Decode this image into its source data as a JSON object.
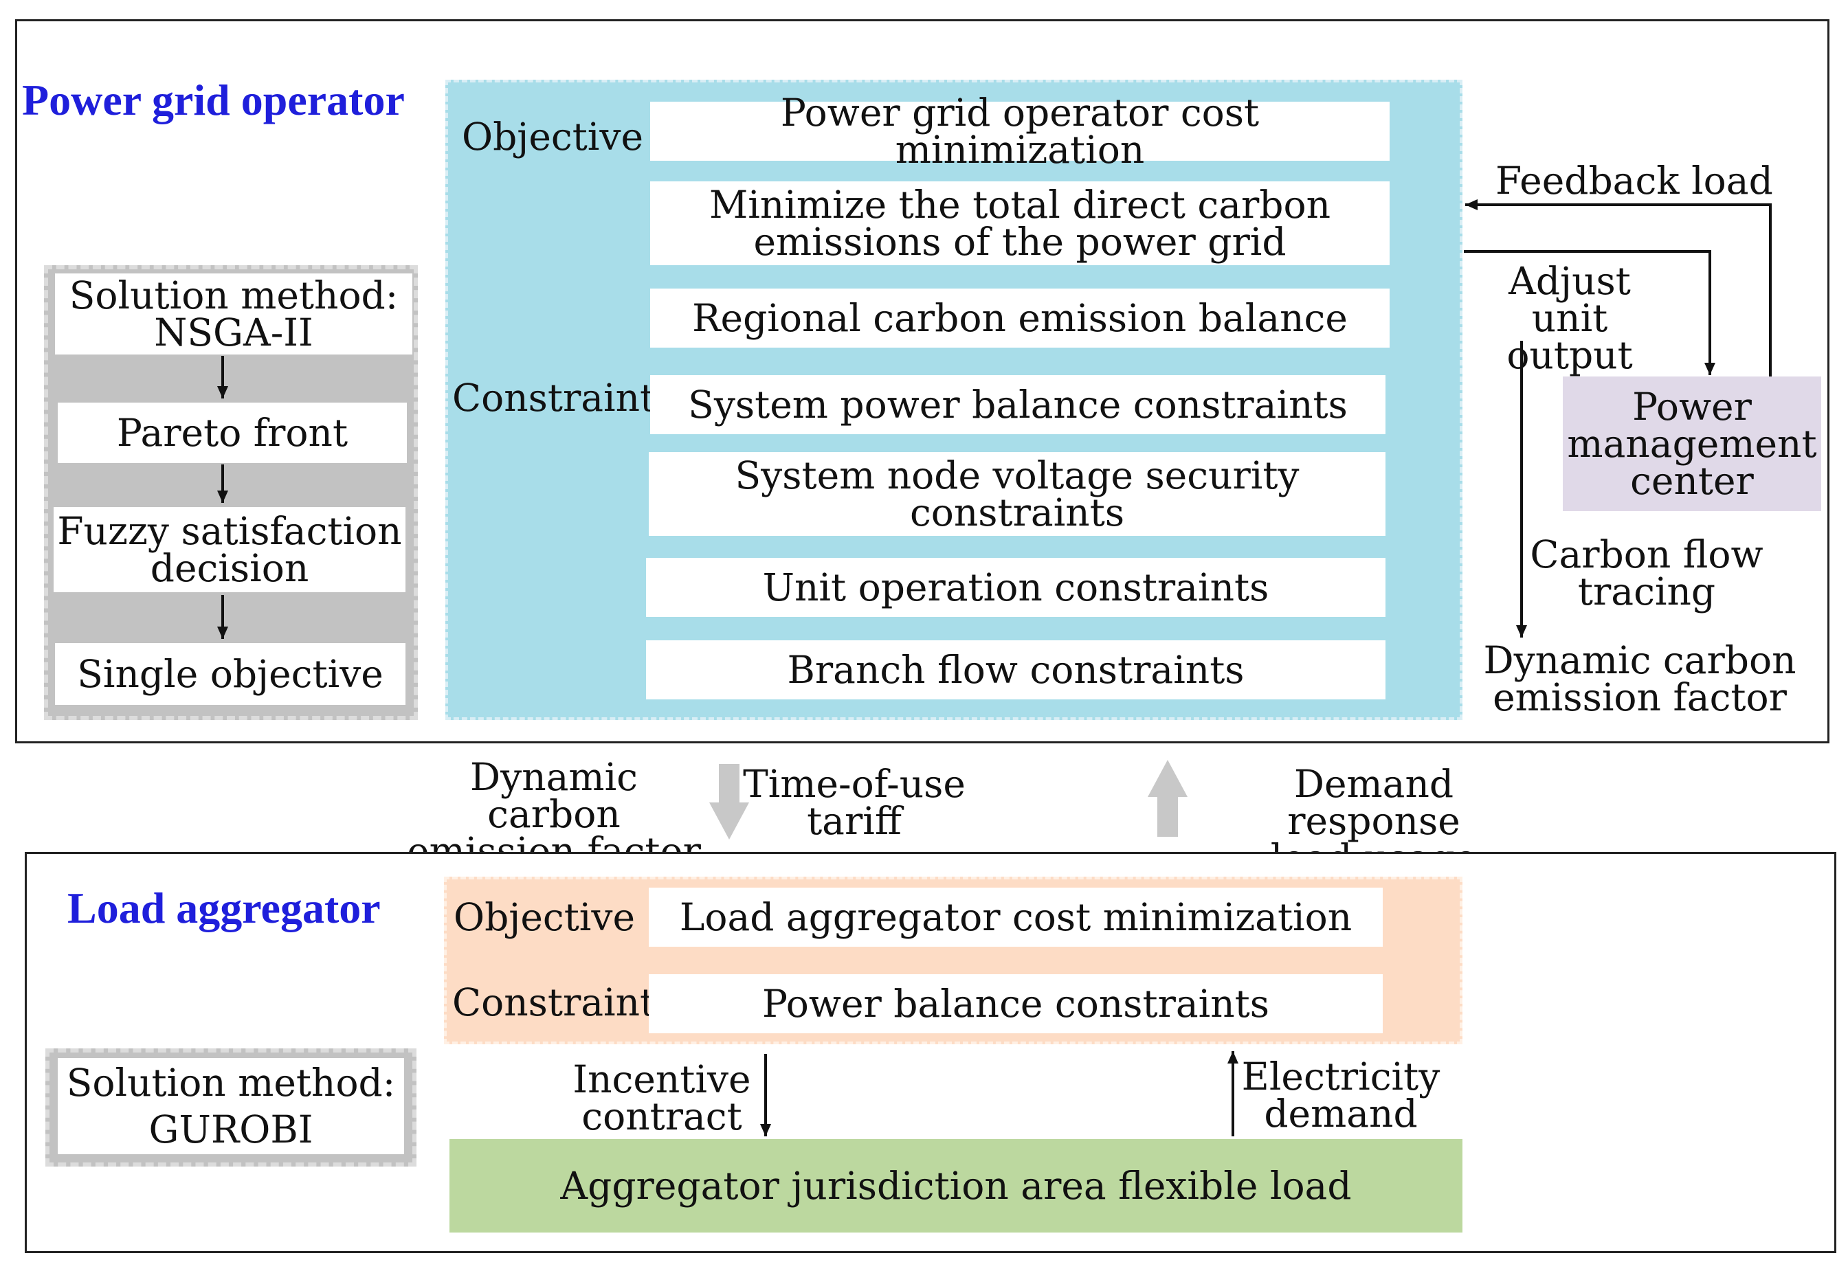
{
  "grid": {
    "title": "Power grid operator",
    "objective_label": "Objective",
    "constraint_label": "Constraint",
    "objective": "Power grid operator cost minimization",
    "items": [
      "Minimize the total direct carbon\nemissions of the power grid",
      "Regional carbon emission balance",
      "System power balance constraints",
      "System node voltage security\nconstraints",
      "Unit operation constraints",
      "Branch flow constraints"
    ],
    "solution": {
      "method": "Solution method:\nNSGA-II",
      "steps": [
        "Pareto front",
        "Fuzzy satisfaction\ndecision",
        "Single objective"
      ]
    },
    "feedback_load": "Feedback load",
    "adjust_unit_output": "Adjust unit\noutput",
    "power_management_center": "Power\nmanagement\ncenter",
    "carbon_flow_tracing": "Carbon flow\ntracing",
    "dynamic_factor": "Dynamic carbon\nemission factor"
  },
  "between": {
    "dynamic_factor": "Dynamic carbon\nemission factor",
    "tou_tariff": "Time-of-use\ntariff",
    "demand_response": "Demand response\nload usage"
  },
  "aggregator": {
    "title": "Load aggregator",
    "objective_label": "Objective",
    "constraint_label": "Constraint",
    "objective": "Load aggregator cost minimization",
    "constraint": "Power balance constraints",
    "solution": "Solution method:\nGUROBI",
    "incentive_contract": "Incentive\ncontract",
    "electricity_demand": "Electricity\ndemand",
    "flexible_load": "Aggregator jurisdiction area flexible load"
  },
  "colors": {
    "title": "#1f1fdb",
    "blue_panel": "#a8dde9",
    "orange_panel": "#fddcc5",
    "purple_box": "#e0d9e8",
    "green_box": "#bcd89f",
    "gray_panel": "#c2c2c2",
    "arrow_gray": "#c8c8c8"
  }
}
